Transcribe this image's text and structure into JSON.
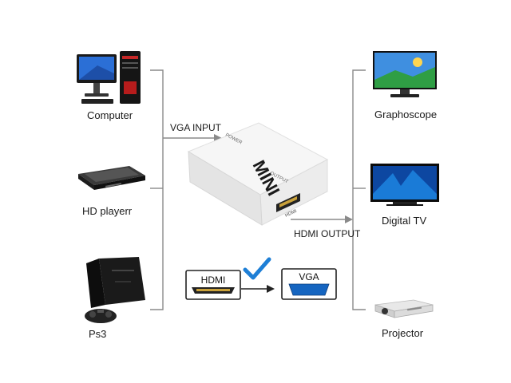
{
  "inputs": {
    "items": [
      {
        "label": "Computer",
        "icon": "desktop-computer-icon"
      },
      {
        "label": "HD playerr",
        "icon": "hd-player-icon"
      },
      {
        "label": "Ps3",
        "icon": "game-console-icon"
      }
    ],
    "connector_label": "VGA INPUT"
  },
  "device": {
    "brand": "MINI",
    "port_label_small": "OUTPUT",
    "side_label_small": "POWER",
    "hdmi_port_label": "HDMI"
  },
  "outputs": {
    "items": [
      {
        "label": "Graphoscope",
        "icon": "monitor-icon"
      },
      {
        "label": "Digital  TV",
        "icon": "tv-icon"
      },
      {
        "label": "Projector",
        "icon": "projector-icon"
      }
    ],
    "connector_label": "HDMI OUTPUT"
  },
  "conversion": {
    "from": "HDMI",
    "to": "VGA"
  },
  "colors": {
    "line": "#8a8a8a",
    "check": "#1e7fd6",
    "vga_blue": "#1565c0",
    "device_white": "#f4f4f4"
  }
}
